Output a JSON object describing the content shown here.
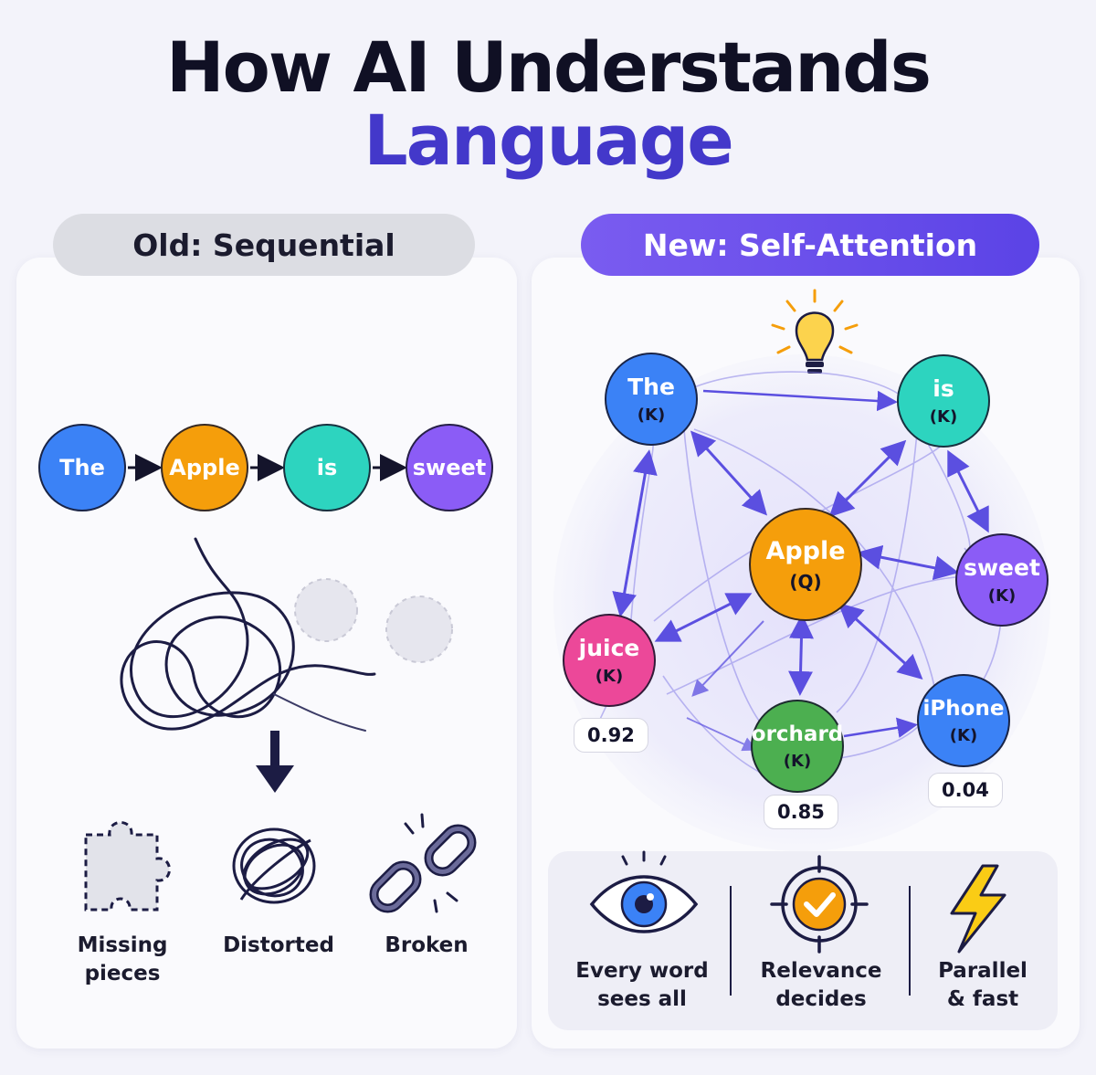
{
  "title": {
    "line1": "How AI Understands",
    "line2": "Language"
  },
  "old_panel": {
    "label": "Old: Sequential",
    "tokens": [
      "The",
      "Apple",
      "is",
      "sweet"
    ],
    "token_colors": [
      "#3b82f6",
      "#f59e0b",
      "#2dd4bf",
      "#8b5cf6"
    ],
    "problems": [
      {
        "label": "Missing\npieces",
        "icon": "puzzle-piece-icon"
      },
      {
        "label": "Distorted",
        "icon": "scribble-icon"
      },
      {
        "label": "Broken",
        "icon": "broken-link-icon"
      }
    ]
  },
  "new_panel": {
    "label": "New: Self-Attention",
    "query": {
      "word": "Apple",
      "role": "(Q)",
      "color": "#f59e0b"
    },
    "keys": [
      {
        "word": "The",
        "role": "(K)",
        "color": "#3b82f6"
      },
      {
        "word": "is",
        "role": "(K)",
        "color": "#2dd4bf"
      },
      {
        "word": "sweet",
        "role": "(K)",
        "color": "#8b5cf6"
      },
      {
        "word": "juice",
        "role": "(K)",
        "color": "#ec4899"
      },
      {
        "word": "orchard",
        "role": "(K)",
        "color": "#4caf50"
      },
      {
        "word": "iPhone",
        "role": "(K)",
        "color": "#3b82f6"
      }
    ],
    "scores": {
      "juice": "0.92",
      "orchard": "0.85",
      "iPhone": "0.04"
    },
    "benefits": [
      {
        "label": "Every word\nsees all",
        "icon": "eye-icon"
      },
      {
        "label": "Relevance\ndecides",
        "icon": "target-check-icon"
      },
      {
        "label": "Parallel\n& fast",
        "icon": "lightning-icon"
      }
    ]
  }
}
